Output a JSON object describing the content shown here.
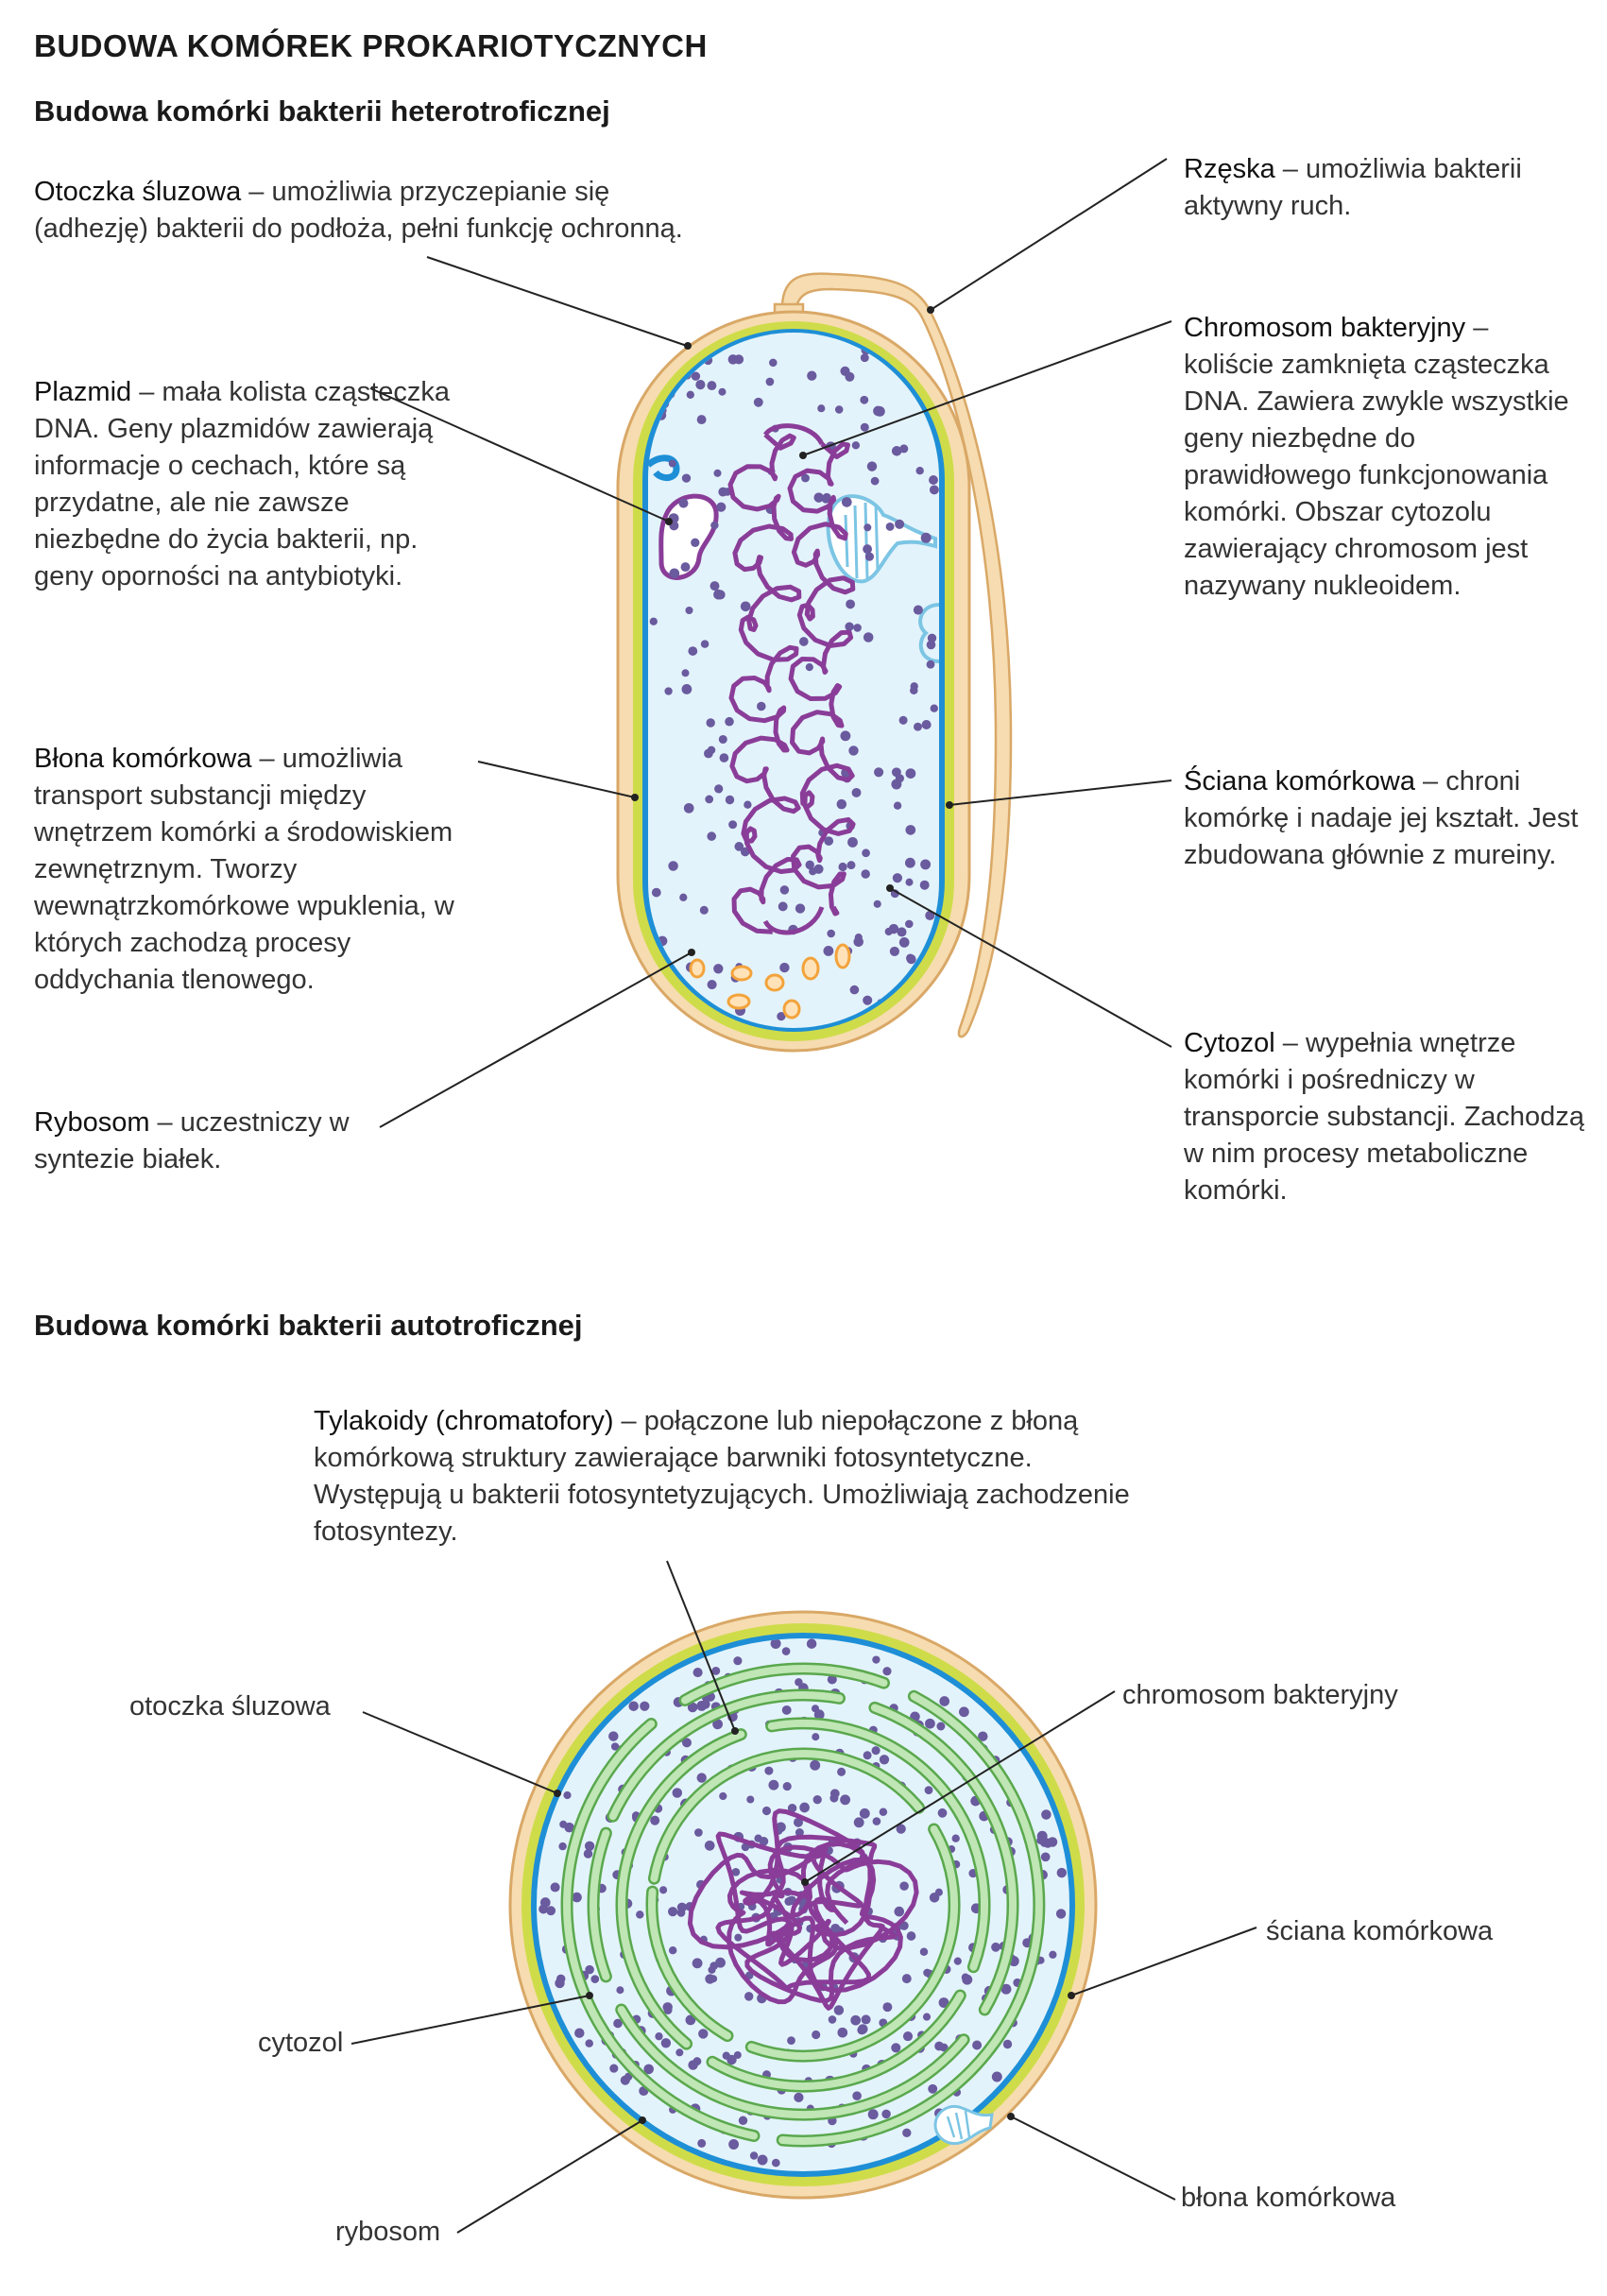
{
  "title": "BUDOWA KOMÓREK PROKARIOTYCZNYCH",
  "section1": {
    "title": "Budowa komórki bakterii heterotroficznej",
    "labels": {
      "otoczka": {
        "term": "Otoczka śluzowa",
        "desc": " – umożliwia przyczepianie się (adhezję) bakterii do podłoża, pełni funkcję ochronną."
      },
      "plazmid": {
        "term": "Plazmid",
        "desc": " – mała kolista cząsteczka DNA. Geny plazmidów zawierają informacje o cechach, które są przydatne, ale nie zawsze niezbędne do życia bakterii, np. geny oporności na antybiotyki."
      },
      "blona": {
        "term": "Błona komórkowa",
        "desc": " – umożliwia transport substancji między wnętrzem komórki a środowiskiem zewnętrznym. Tworzy wewnątrzkomórkowe wpuklenia, w których zachodzą procesy oddychania tlenowego."
      },
      "rybosom": {
        "term": "Rybosom",
        "desc": " – uczestniczy w syntezie białek."
      },
      "rzeska": {
        "term": "Rzęska",
        "desc": " – umożliwia bakterii aktywny ruch."
      },
      "chromosom": {
        "term": "Chromosom bakteryjny",
        "desc": " – koliście zamknięta cząsteczka DNA. Zawiera zwykle wszystkie geny niezbędne do prawidłowego funkcjonowania komórki. Obszar cytozolu zawierający chromosom jest nazywany nukleoidem."
      },
      "sciana": {
        "term": "Ściana komórkowa",
        "desc": " – chroni komórkę i nadaje jej kształt. Jest zbudowana głównie z mureiny."
      },
      "cytozol": {
        "term": "Cytozol",
        "desc": " – wypełnia wnętrze komórki i pośredniczy w transporcie substancji. Zachodzą w nim procesy metaboliczne komórki."
      }
    }
  },
  "section2": {
    "title": "Budowa komórki bakterii autotroficznej",
    "tylakoidy": {
      "term": "Tylakoidy (chromatofory)",
      "desc": " – połączone lub niepołączone z błoną komórkową struktury zawierające barwniki fotosyntetyczne. Występują u bakterii fotosyntetyzujących. Umożliwiają zachodzenie fotosyntezy."
    },
    "labels": {
      "otoczka": "otoczka śluzowa",
      "cytozol": "cytozol",
      "rybosom": "rybosom",
      "chromosom": "chromosom bakteryjny",
      "sciana": "ściana komórkowa",
      "blona": "błona komórkowa"
    }
  },
  "colors": {
    "capsule": "#f6dcb0",
    "capsule_edge": "#d9a867",
    "wall": "#cfdc4a",
    "membrane": "#1e8fd6",
    "cytosol": "#e3f3fb",
    "chromosome": "#8a3d98",
    "ribosome": "#6a5a9e",
    "thylakoid": "#8fcf8a",
    "mesosome": "#7cc5e4",
    "orange_granule": "#f3a33b"
  }
}
